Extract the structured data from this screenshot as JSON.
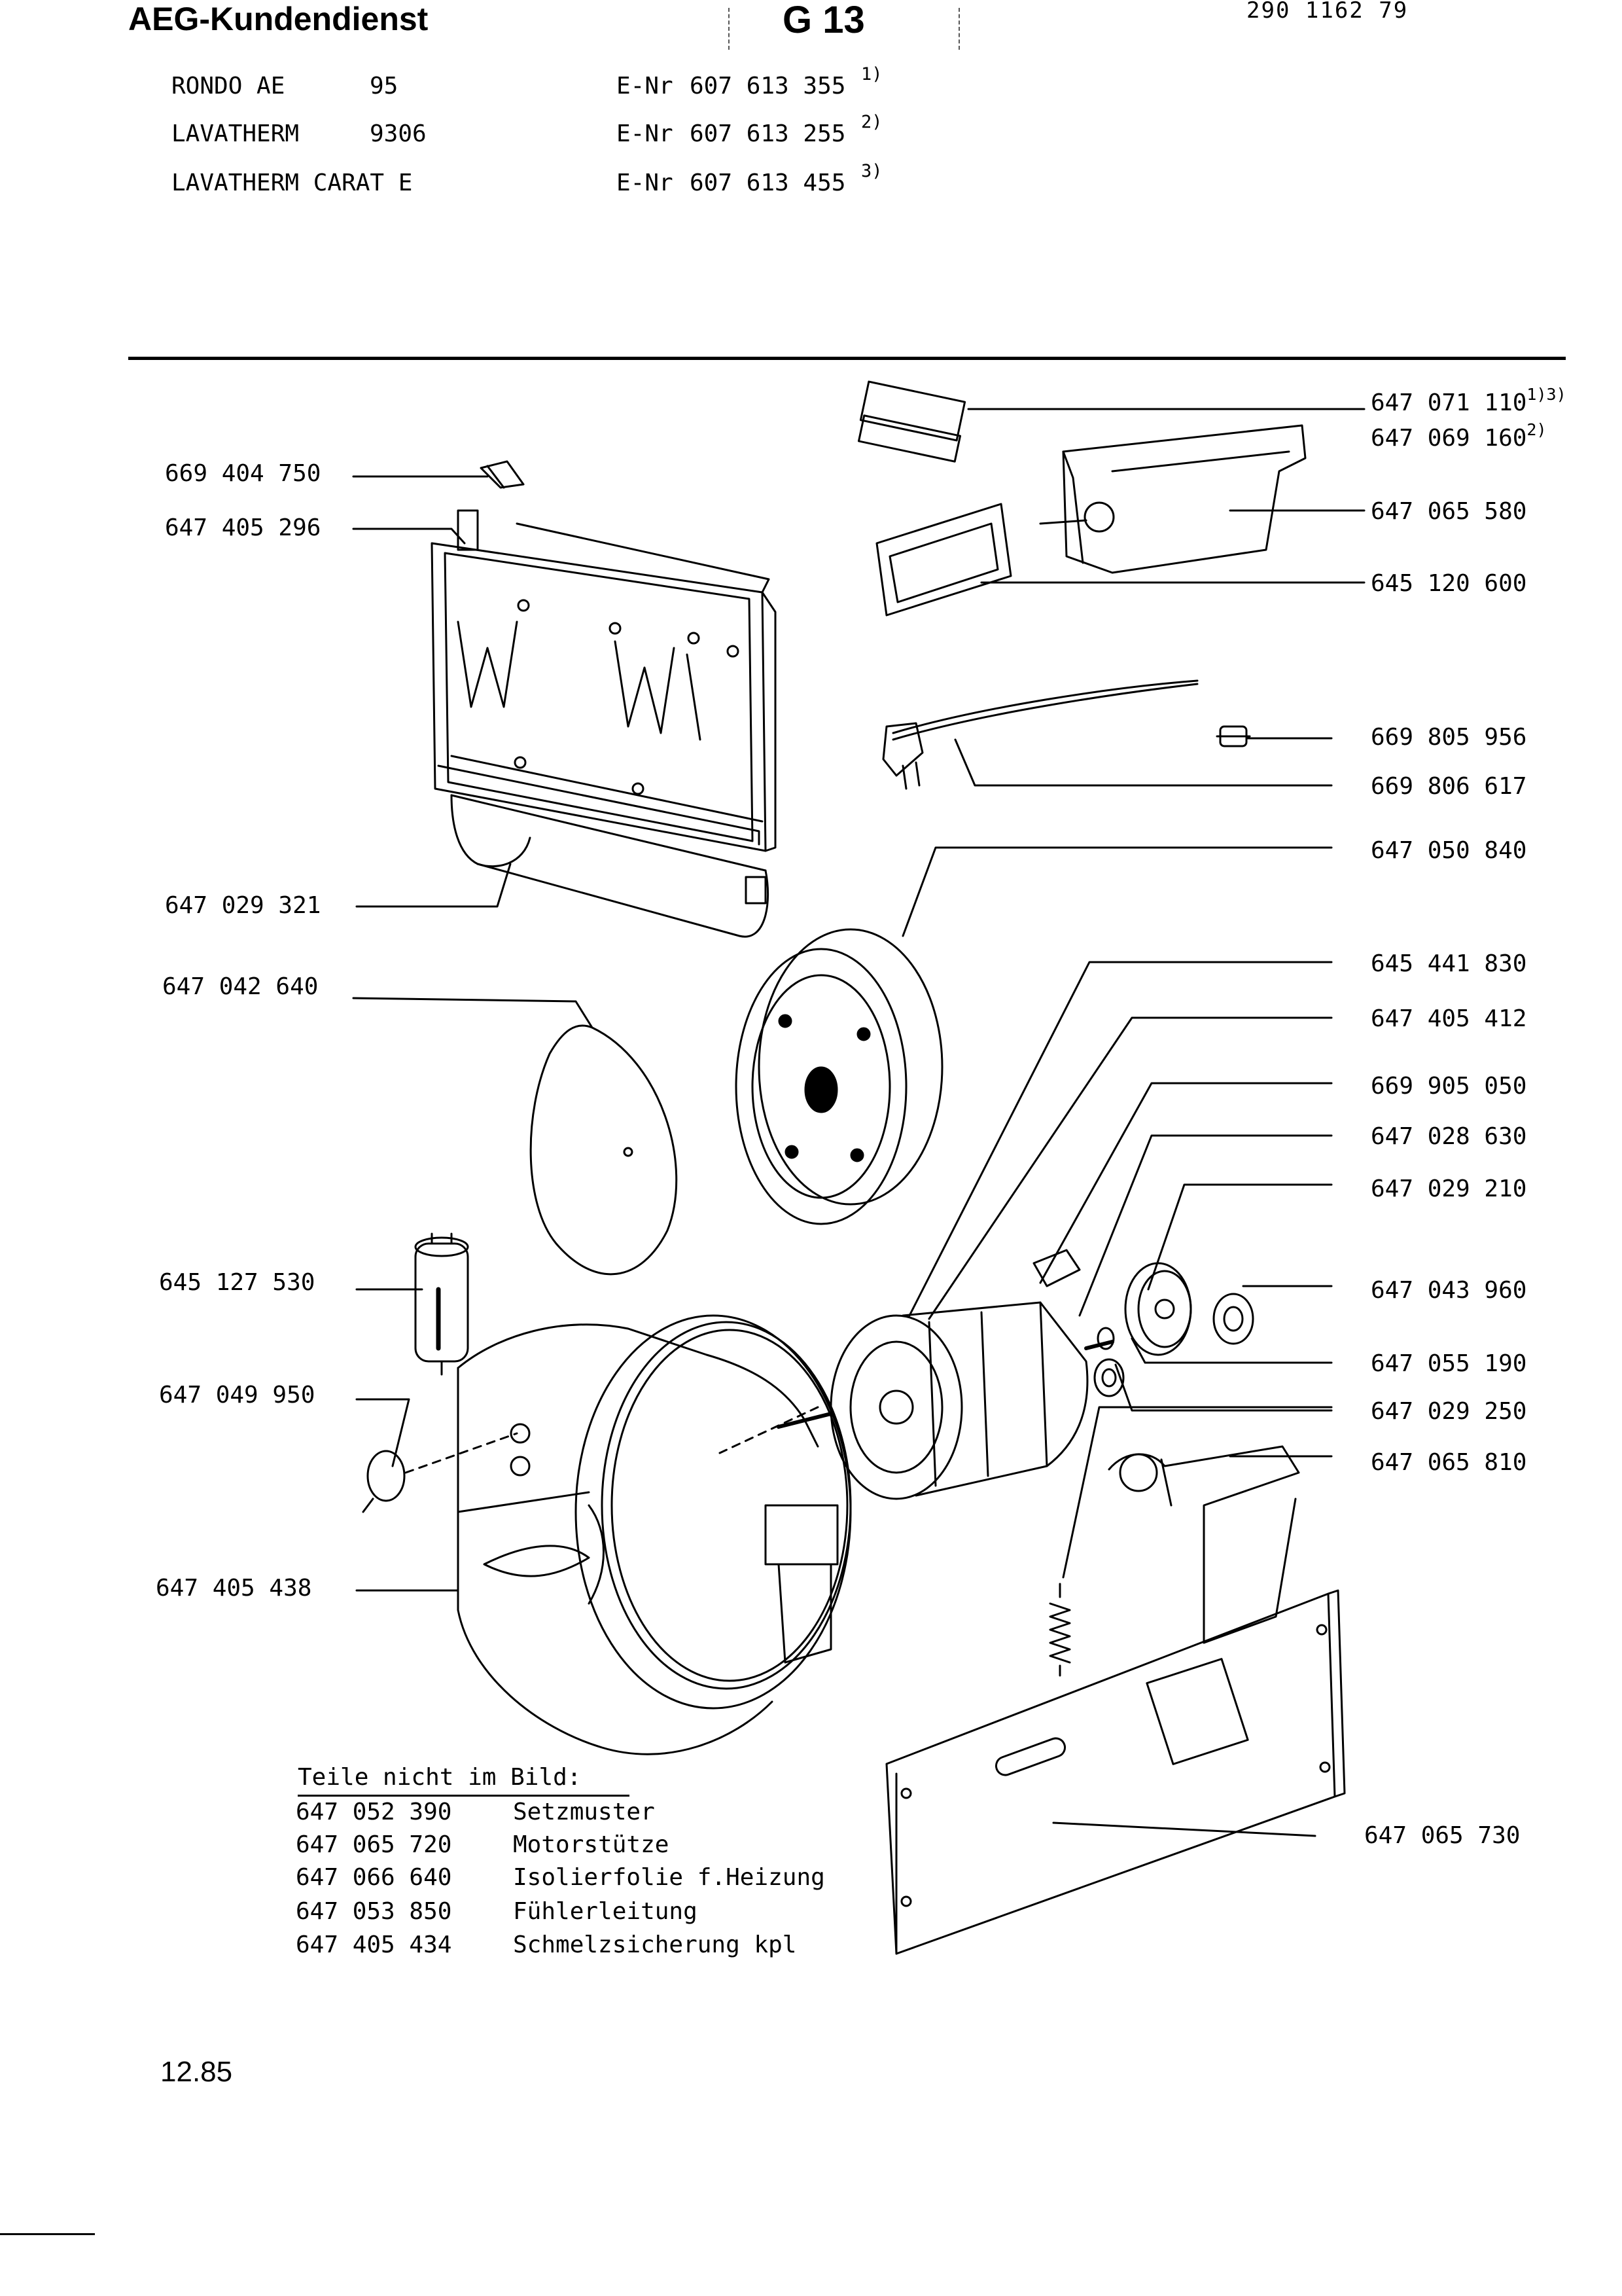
{
  "header": {
    "brand": "AEG-Kundendienst",
    "section_code": "G 13",
    "document_number": "290 1162 79"
  },
  "models": [
    {
      "name": "RONDO AE",
      "number": "95",
      "enr_label": "E-Nr",
      "enr": "607 613 355",
      "note": "1)"
    },
    {
      "name": "LAVATHERM",
      "number": "9306",
      "enr_label": "E-Nr",
      "enr": "607 613 255",
      "note": "2)"
    },
    {
      "name": "LAVATHERM CARAT E",
      "number": "",
      "enr_label": "E-Nr",
      "enr": "607 613 455",
      "note": "3)"
    }
  ],
  "parts_right": [
    {
      "number": "647 071 110",
      "note": "1)3)"
    },
    {
      "number": "647 069 160",
      "note": "2)"
    },
    {
      "number": "647 065 580",
      "note": ""
    },
    {
      "number": "645 120 600",
      "note": ""
    },
    {
      "number": "669 805 956",
      "note": ""
    },
    {
      "number": "669 806 617",
      "note": ""
    },
    {
      "number": "647 050 840",
      "note": ""
    },
    {
      "number": "645 441 830",
      "note": ""
    },
    {
      "number": "647 405 412",
      "note": ""
    },
    {
      "number": "669 905 050",
      "note": ""
    },
    {
      "number": "647 028 630",
      "note": ""
    },
    {
      "number": "647 029 210",
      "note": ""
    },
    {
      "number": "647 043 960",
      "note": ""
    },
    {
      "number": "647 055 190",
      "note": ""
    },
    {
      "number": "647 029 250",
      "note": ""
    },
    {
      "number": "647 065 810",
      "note": ""
    },
    {
      "number": "647 065 730",
      "note": ""
    }
  ],
  "parts_left": [
    {
      "number": "669 404 750"
    },
    {
      "number": "647 405 296"
    },
    {
      "number": "647 029 321"
    },
    {
      "number": "647 042 640"
    },
    {
      "number": "645 127 530"
    },
    {
      "number": "647 049 950"
    },
    {
      "number": "647 405 438"
    }
  ],
  "not_in_picture": {
    "heading": "Teile nicht im Bild:",
    "items": [
      {
        "number": "647 052 390",
        "description": "Setzmuster"
      },
      {
        "number": "647 065 720",
        "description": "Motorstütze"
      },
      {
        "number": "647 066 640",
        "description": "Isolierfolie f.Heizung"
      },
      {
        "number": "647 053 850",
        "description": "Fühlerleitung"
      },
      {
        "number": "647 405 434",
        "description": "Schmelzsicherung kpl"
      }
    ]
  },
  "footer": {
    "date": "12.85"
  }
}
